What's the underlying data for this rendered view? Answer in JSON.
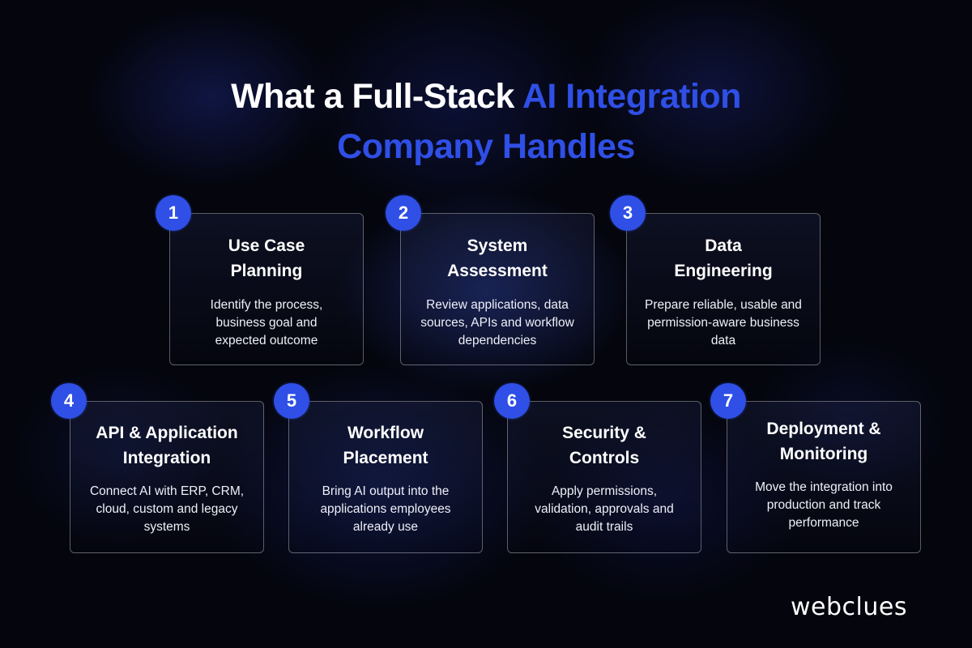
{
  "title": {
    "line1_white": "What a Full-Stack ",
    "line1_accent": "AI Integration",
    "line2_accent": "Company Handles"
  },
  "colors": {
    "accent": "#2f4fe6",
    "background": "#04050d",
    "text": "#ffffff"
  },
  "steps": [
    {
      "number": "1",
      "title": "Use Case\nPlanning",
      "description": "Identify the process,\nbusiness goal and\nexpected outcome"
    },
    {
      "number": "2",
      "title": "System\nAssessment",
      "description": "Review applications, data\nsources, APIs and workflow\ndependencies"
    },
    {
      "number": "3",
      "title": "Data\nEngineering",
      "description": "Prepare reliable, usable and\npermission-aware business\ndata"
    },
    {
      "number": "4",
      "title": "API & Application\nIntegration",
      "description": "Connect AI with ERP, CRM,\ncloud, custom and legacy\nsystems"
    },
    {
      "number": "5",
      "title": "Workflow\nPlacement",
      "description": "Bring AI output into the\napplications employees\nalready use"
    },
    {
      "number": "6",
      "title": "Security &\nControls",
      "description": "Apply permissions,\nvalidation, approvals and\naudit trails"
    },
    {
      "number": "7",
      "title": "Deployment &\nMonitoring",
      "description": "Move the integration into\nproduction and track\nperformance"
    }
  ],
  "logo": {
    "text": "webclues"
  }
}
